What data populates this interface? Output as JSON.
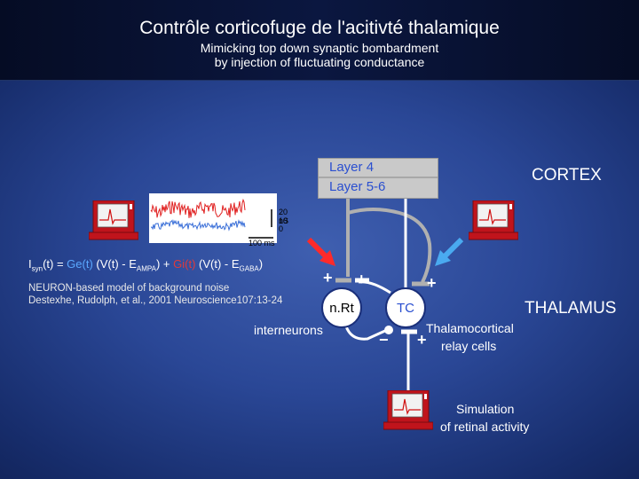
{
  "header": {
    "title": "Contrôle corticofuge de l'acitivté thalamique",
    "subtitle_line1": "Mimicking top down synaptic bombardment",
    "subtitle_line2": "by injection of fluctuating conductance"
  },
  "cortex": {
    "layer4": "Layer 4",
    "layer56": "Layer 5-6",
    "label": "CORTEX"
  },
  "thalamus": {
    "label": "THALAMUS",
    "nrt": "n.Rt",
    "tc": "TC",
    "relay_line1": "Thalamocortical",
    "relay_line2": "relay cells",
    "interneurons": "interneurons"
  },
  "signs": {
    "plus": "+",
    "minus": "−"
  },
  "equation": {
    "i": "I",
    "i_sub": "syn",
    "part1": "(t) = ",
    "ge": "Ge(t)",
    "part2": " (V(t) - E",
    "e_ampa_sub": "AMPA",
    "part3": ") + ",
    "gi": "Gi(t)",
    "part4": " (V(t) - E",
    "e_gaba_sub": "GABA",
    "part5": ")"
  },
  "reference": {
    "line1": "NEURON-based model of  background noise",
    "line2": "Destexhe, Rudolph, et al., 2001 Neuroscience107:13-24"
  },
  "trace": {
    "scale_ns": "20 nS",
    "scale_10": "10",
    "scale_0": "0",
    "scale_ms": "100 ms"
  },
  "simulation": {
    "line1": "Simulation",
    "line2": "of retinal activity"
  },
  "colors": {
    "ge_trace": "#3a6fd8",
    "gi_trace": "#e02020",
    "arrow_red": "#ff2a2a",
    "arrow_blue": "#4aaaf0",
    "axon_gray": "#b0b0b0",
    "computer_body": "#c0141c"
  }
}
